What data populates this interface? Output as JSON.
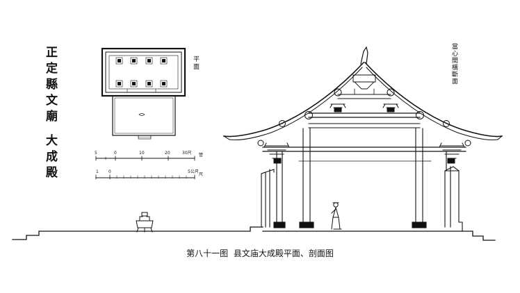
{
  "title_vertical": "正定縣文廟 大成殿",
  "plan_label": "平面",
  "section_label": "當心間橫斷面",
  "scale_upper": {
    "ticks": [
      "5",
      "0",
      "10",
      "20",
      "30尺"
    ],
    "unit_label": "營"
  },
  "scale_lower": {
    "ticks": [
      "1",
      "0",
      "5公尺"
    ],
    "unit_label": "尺"
  },
  "caption": {
    "figure_number": "第八十一图",
    "figure_title": "县文庙大成殿平面、剖面图"
  }
}
